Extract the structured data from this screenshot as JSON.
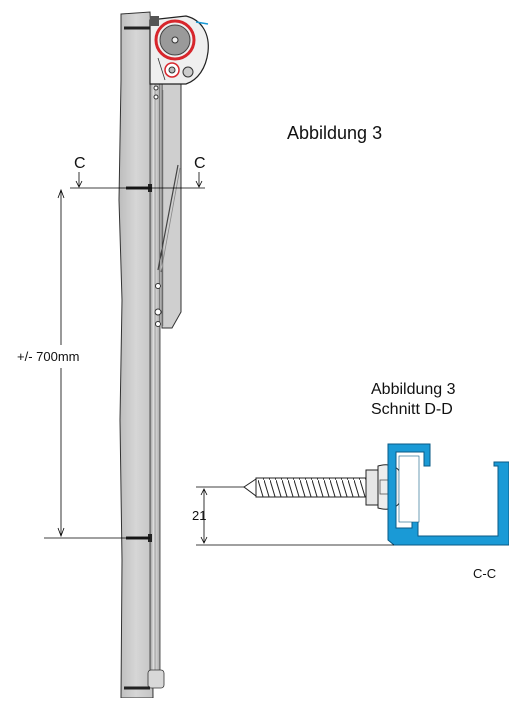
{
  "figure": {
    "title": "Abbildung 3",
    "section_title_line1": "Abbildung 3",
    "section_title_line2": "Schnitt D-D",
    "cut_marker_left": "C",
    "cut_marker_right": "C",
    "spacing_dimension": "+/- 700mm",
    "depth_dimension": "21",
    "section_label": "C-C"
  },
  "colors": {
    "profile_blue": "#1a9ad6",
    "pulley_red": "#d7262c",
    "wall_gray": "#c9c9c9",
    "line": "#000000"
  }
}
